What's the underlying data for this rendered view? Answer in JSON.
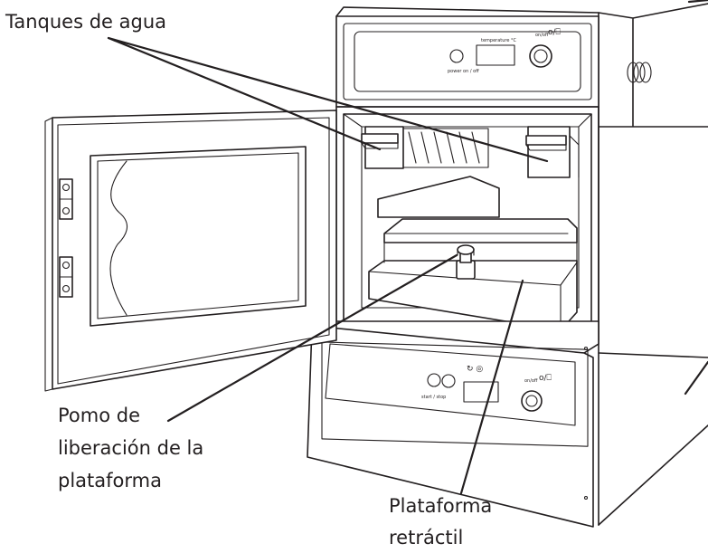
{
  "labels": {
    "tanks": "Tanques de agua",
    "knob_line1": "Pomo de",
    "knob_line2": "liberación de la",
    "knob_line3": "plataforma",
    "platform_line1": "Plataforma",
    "platform_line2": "retráctil"
  },
  "panel_markings": {
    "top_display": "temperature °C",
    "top_button": "power on / off",
    "top_switch": "on/off",
    "top_switch_symbol": "o/⎕",
    "bottom_switch": "on/off",
    "bottom_switch_symbol": "o/⎕",
    "bottom_buttons": "start / stop"
  }
}
